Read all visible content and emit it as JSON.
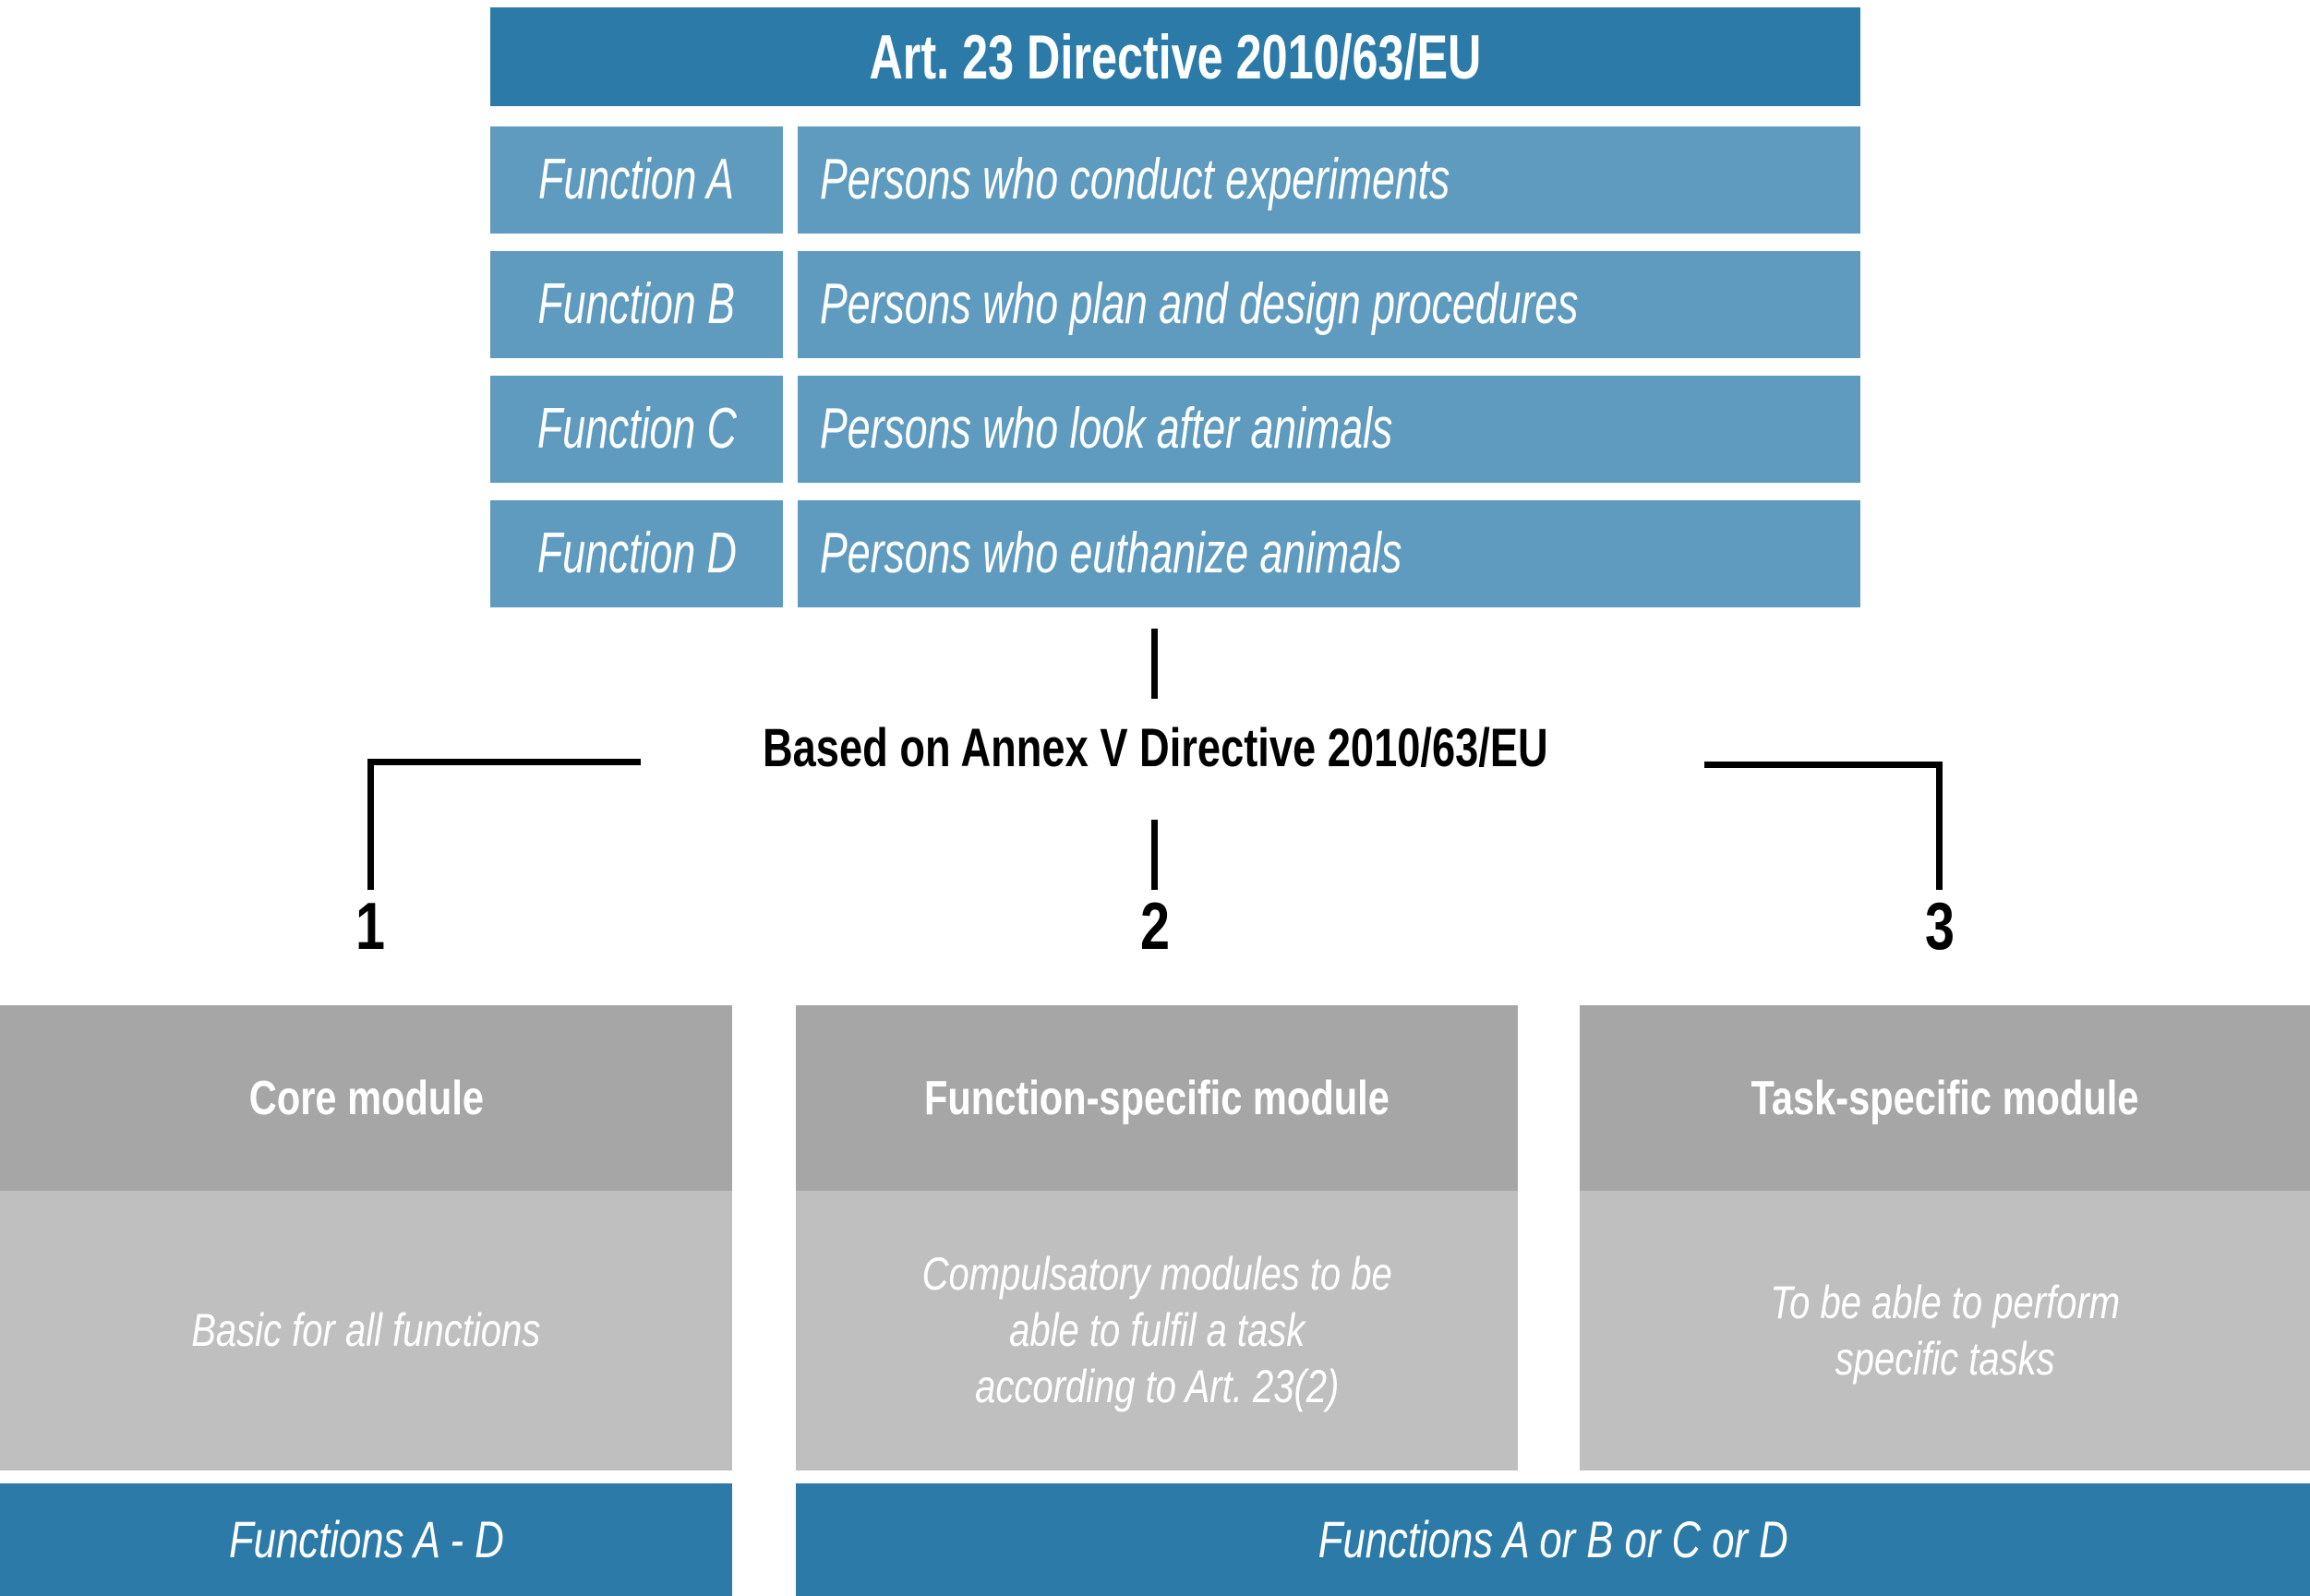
{
  "colors": {
    "header_blue": "#2b7aa8",
    "row_blue": "#5e9bbf",
    "module_head_gray": "#a6a6a6",
    "module_body_gray": "#bfbfbf",
    "footer_blue": "#2b7aa8",
    "line_black": "#000000",
    "text_white": "#ffffff"
  },
  "directive": {
    "title": "Art. 23 Directive 2010/63/EU",
    "functions": [
      {
        "label": "Function A",
        "description": "Persons who conduct experiments"
      },
      {
        "label": "Function B",
        "description": "Persons who plan and design procedures"
      },
      {
        "label": "Function C",
        "description": "Persons who look after animals"
      },
      {
        "label": "Function D",
        "description": "Persons who euthanize animals"
      }
    ]
  },
  "connector": {
    "annex_label": "Based on Annex V Directive 2010/63/EU",
    "branch_numbers": [
      "1",
      "2",
      "3"
    ]
  },
  "modules": [
    {
      "title": "Core module",
      "description": "Basic for all functions",
      "footer": "Functions A - D"
    },
    {
      "title": "Function-specific module",
      "description": "Compulsatory modules to be\nable to fulfil a task\naccording to Art. 23(2)",
      "footer": "Functions A or B or C or D"
    },
    {
      "title": "Task-specific module",
      "description": "To be able to perform\nspecific tasks",
      "footer": ""
    }
  ]
}
